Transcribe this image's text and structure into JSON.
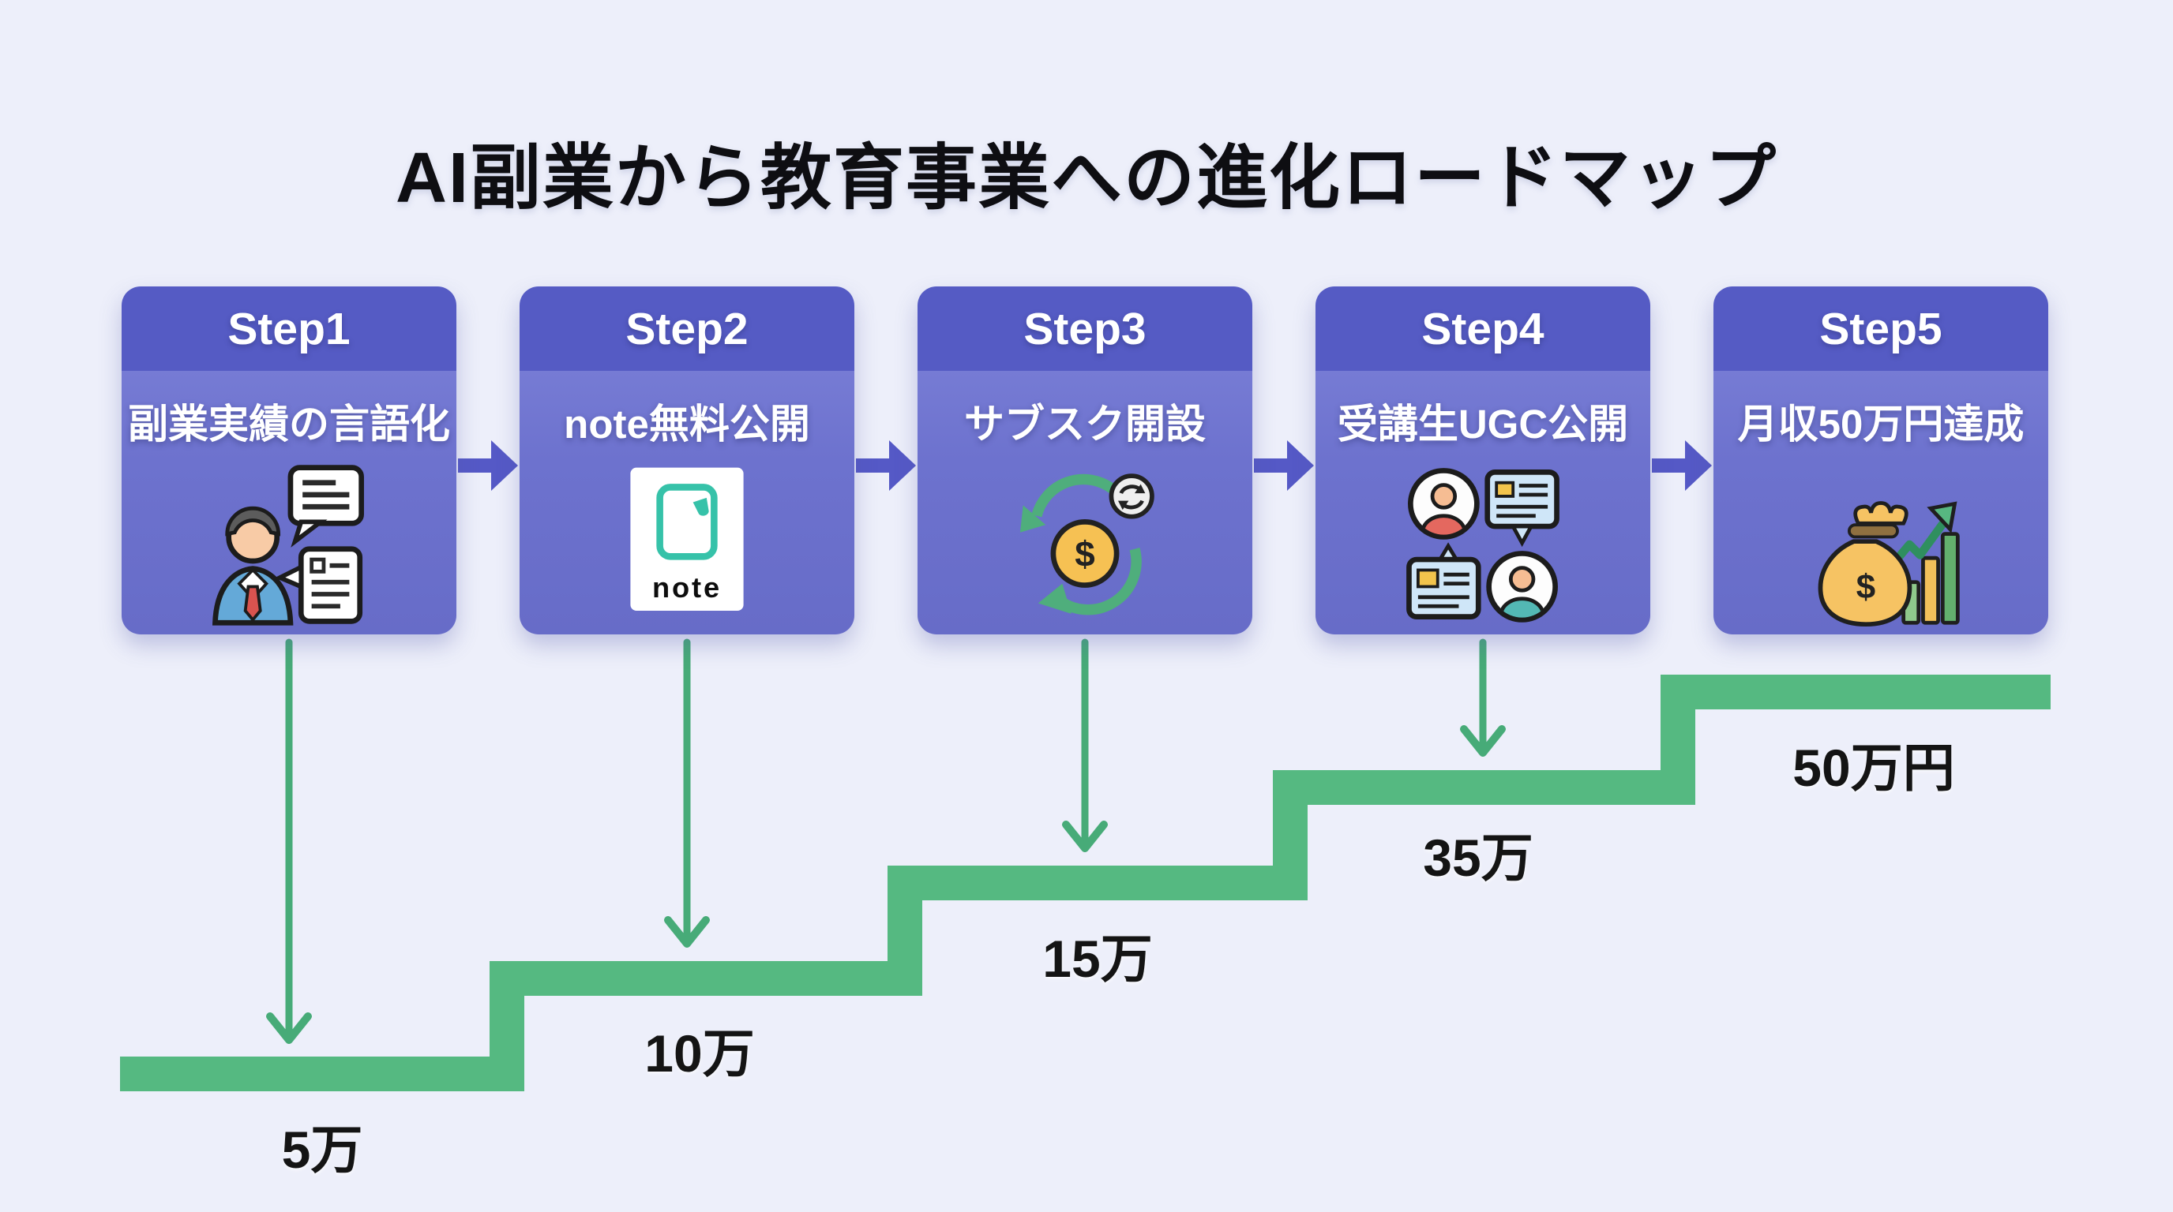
{
  "title": "AI副業から教育事業への進化ロードマップ",
  "steps": [
    {
      "label": "Step1",
      "subtitle": "副業実績の言語化",
      "icon": "person-speech-bubbles-icon"
    },
    {
      "label": "Step2",
      "subtitle": "note無料公開",
      "icon": "note-logo-icon",
      "icon_text": "note"
    },
    {
      "label": "Step3",
      "subtitle": "サブスク開設",
      "icon": "recurring-payment-cycle-icon",
      "icon_glyph": "$"
    },
    {
      "label": "Step4",
      "subtitle": "受講生UGC公開",
      "icon": "user-generated-content-icon"
    },
    {
      "label": "Step5",
      "subtitle": "月収50万円達成",
      "icon": "money-bag-growth-icon",
      "icon_glyph": "$"
    }
  ],
  "milestones": [
    {
      "value": "5万"
    },
    {
      "value": "10万"
    },
    {
      "value": "15万"
    },
    {
      "value": "35万"
    },
    {
      "value": "50万円"
    }
  ],
  "colors": {
    "background": "#edeffa",
    "card_header": "#555bc4",
    "card_body": "#6b70cd",
    "stair_green": "#55b981",
    "arrow_green": "#47ab78",
    "arrow_purple": "#5559c6",
    "text_dark": "#141414"
  }
}
